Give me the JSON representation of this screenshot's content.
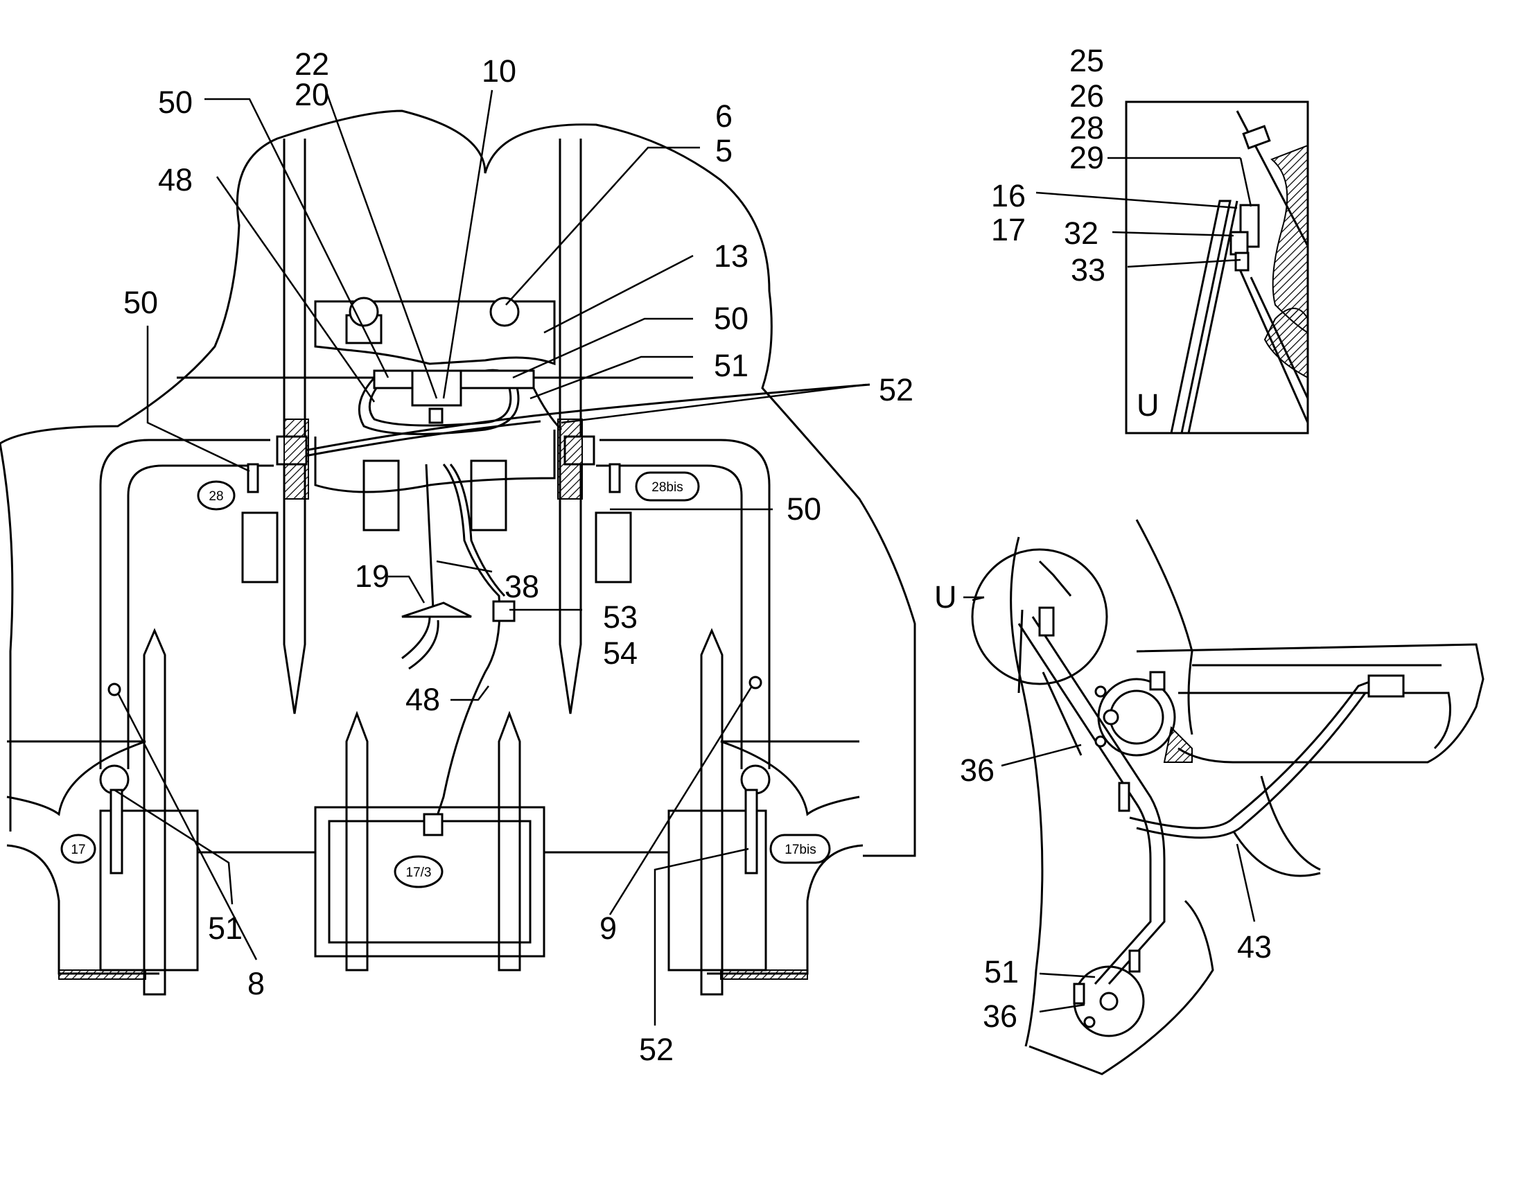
{
  "main_view": {
    "callouts": [
      "22",
      "20",
      "10",
      "6",
      "5",
      "50",
      "48",
      "13",
      "50",
      "51",
      "52",
      "50",
      "50",
      "19",
      "38",
      "53",
      "54",
      "48",
      "51",
      "8",
      "9",
      "52"
    ],
    "tags": [
      "28",
      "28bis",
      "17",
      "17/3",
      "17bis"
    ]
  },
  "detail_u": {
    "label": "U",
    "callouts": [
      "25",
      "26",
      "28",
      "29",
      "16",
      "17",
      "32",
      "33"
    ]
  },
  "side_view": {
    "zoom_label": "U",
    "callouts": [
      "36",
      "43",
      "51",
      "36"
    ]
  }
}
